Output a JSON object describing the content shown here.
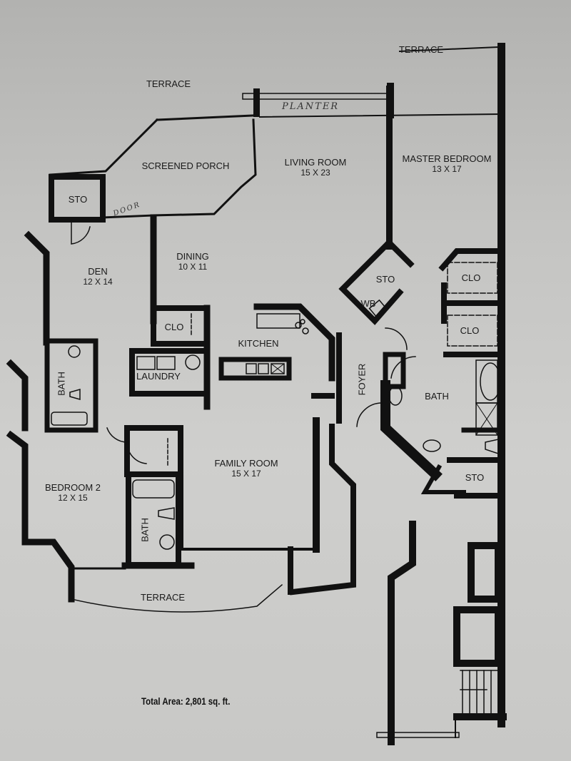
{
  "plan": {
    "terraces": {
      "top_left": "TERRACE",
      "top_right": "TERRACE",
      "bottom": "TERRACE"
    },
    "handwritten": {
      "planter": "PLANTER",
      "door": "DOOR"
    },
    "rooms": {
      "screened_porch": {
        "name": "SCREENED PORCH"
      },
      "living_room": {
        "name": "LIVING ROOM",
        "size": "15 X 23"
      },
      "master_bedroom": {
        "name": "MASTER BEDROOM",
        "size": "13 X 17"
      },
      "den_sto": {
        "name": "STO"
      },
      "den": {
        "name": "DEN",
        "size": "12 X 14"
      },
      "dining": {
        "name": "DINING",
        "size": "10 X 11"
      },
      "hall_clo": {
        "name": "CLO"
      },
      "kitchen": {
        "name": "KITCHEN"
      },
      "laundry": {
        "name": "LAUNDRY"
      },
      "bath_1": {
        "name": "BATH"
      },
      "master_sto": {
        "name": "STO"
      },
      "wb": {
        "name": "WB"
      },
      "master_clo_1": {
        "name": "CLO"
      },
      "master_clo_2": {
        "name": "CLO"
      },
      "foyer": {
        "name": "FOYER"
      },
      "master_bath": {
        "name": "BATH"
      },
      "master_bath_sto": {
        "name": "STO"
      },
      "family_room": {
        "name": "FAMILY ROOM",
        "size": "15 X 17"
      },
      "bedroom_2": {
        "name": "BEDROOM 2",
        "size": "12 X 15"
      },
      "bath_2": {
        "name": "BATH"
      }
    },
    "total_area": "Total Area: 2,801 sq. ft."
  }
}
